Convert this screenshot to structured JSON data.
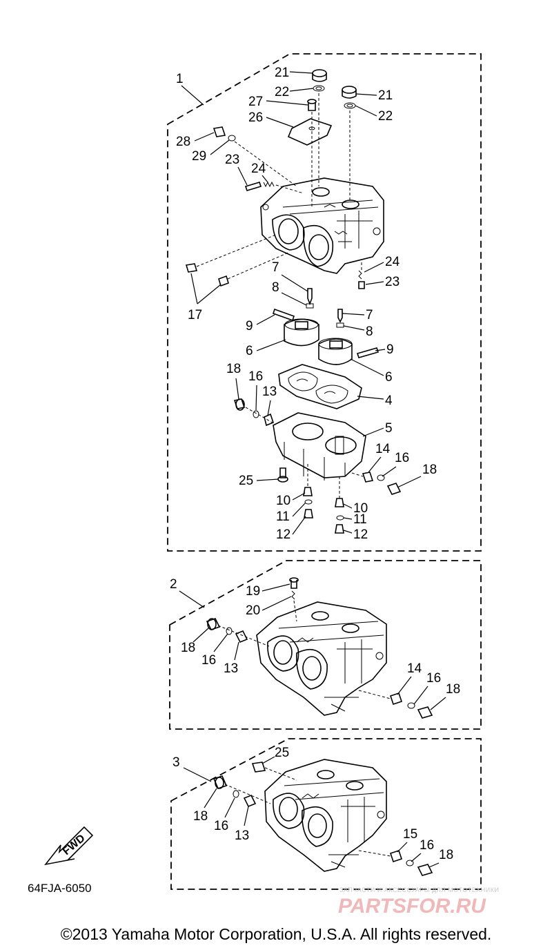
{
  "diagram": {
    "part_code": "64FJA-6050",
    "direction_label": "FWD",
    "copyright": "©2013 Yamaha Motor Corporation, U.S.A. All rights reserved.",
    "watermark": {
      "tagline": "ЗАПЧАСТИ И АКСЕССУАРЫ ДЛЯ МОТОТЕХНИКИ",
      "logo_text": "PARTSFOR.RU"
    },
    "assemblies": [
      {
        "id": "1",
        "callouts": [
          "21",
          "22",
          "27",
          "26",
          "21",
          "22",
          "28",
          "29",
          "23",
          "24",
          "17",
          "24",
          "23",
          "7",
          "8",
          "9",
          "6",
          "7",
          "8",
          "9",
          "6",
          "4",
          "18",
          "16",
          "13",
          "5",
          "14",
          "16",
          "18",
          "25",
          "10",
          "11",
          "12",
          "10",
          "11",
          "12"
        ]
      },
      {
        "id": "2",
        "callouts": [
          "19",
          "20",
          "18",
          "16",
          "13",
          "14",
          "16",
          "18"
        ]
      },
      {
        "id": "3",
        "callouts": [
          "25",
          "18",
          "16",
          "13",
          "15",
          "16",
          "18"
        ]
      }
    ]
  }
}
